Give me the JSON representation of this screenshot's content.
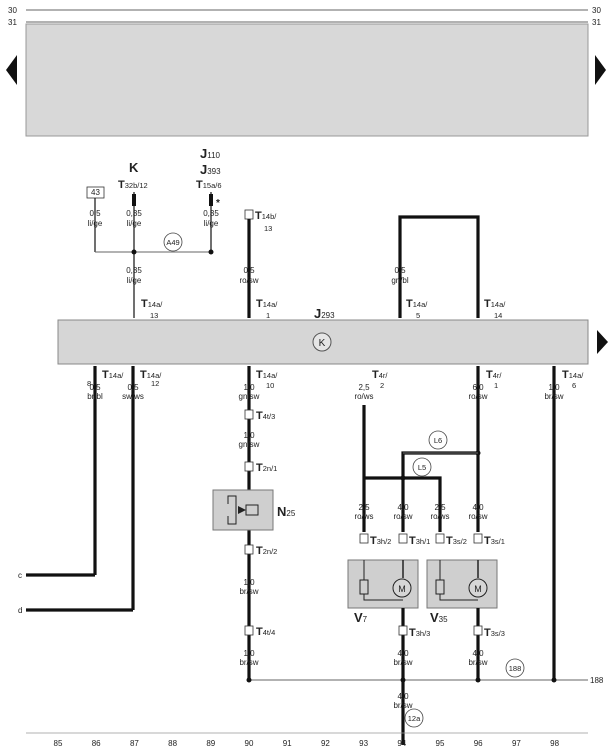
{
  "rails": {
    "top": "30",
    "bottom": "31",
    "top_right": "30",
    "bottom_right": "31"
  },
  "track_numbers": [
    "85",
    "86",
    "87",
    "88",
    "89",
    "90",
    "91",
    "92",
    "93",
    "94",
    "95",
    "96",
    "97",
    "98"
  ],
  "components": {
    "k": "K",
    "j_top": "J",
    "j_top_sub1": "110",
    "j_sub2_prefix": "J",
    "j_top_sub2": "393",
    "j293": "J",
    "j293_sub": "293",
    "n25": "N",
    "n25_sub": "25",
    "v7": "V",
    "v7_sub": "7",
    "v35": "V",
    "v35_sub": "35",
    "star": "*"
  },
  "box43": "43",
  "circles": {
    "a49": "A49",
    "l6": "L6",
    "l5": "L5",
    "c188": "188",
    "c12a": "12a",
    "k_symbol": "K",
    "m_v7": "M",
    "m_v35": "M"
  },
  "edge_labels": {
    "c": "c",
    "d": "d",
    "right_188": "188"
  },
  "connectors": {
    "t32b": {
      "main": "T",
      "sub": "32b/12"
    },
    "t15a": {
      "main": "T",
      "sub": "15a/6"
    },
    "t14b": {
      "main": "T",
      "sub": "14b/",
      "sub2": "13"
    },
    "t14a_13": {
      "main": "T",
      "sub": "14a/",
      "sub2": "13"
    },
    "t14a_1": {
      "main": "T",
      "sub": "14a/",
      "sub2": "1"
    },
    "t14a_5": {
      "main": "T",
      "sub": "14a/",
      "sub2": "5"
    },
    "t14a_14": {
      "main": "T",
      "sub": "14a/",
      "sub2": "14"
    },
    "t14a_8": {
      "main": "T",
      "sub": "14a/",
      "sub2": "8"
    },
    "t14a_12": {
      "main": "T",
      "sub": "14a/",
      "sub2": "12"
    },
    "t14a_10": {
      "main": "T",
      "sub": "14a/",
      "sub2": "10"
    },
    "t4r_2": {
      "main": "T",
      "sub": "4r/",
      "sub2": "2"
    },
    "t4r_1": {
      "main": "T",
      "sub": "4r/",
      "sub2": "1"
    },
    "t14a_6": {
      "main": "T",
      "sub": "14a/",
      "sub2": "6"
    },
    "t4t_3": {
      "main": "T",
      "sub": "4t/3"
    },
    "t2n_1": {
      "main": "T",
      "sub": "2n/1"
    },
    "t2n_2": {
      "main": "T",
      "sub": "2n/2"
    },
    "t4t_4": {
      "main": "T",
      "sub": "4t/4"
    },
    "t3h_2": {
      "main": "T",
      "sub": "3h/2"
    },
    "t3h_1": {
      "main": "T",
      "sub": "3h/1"
    },
    "t3s_2": {
      "main": "T",
      "sub": "3s/2"
    },
    "t3s_1": {
      "main": "T",
      "sub": "3s/1"
    },
    "t3h_3": {
      "main": "T",
      "sub": "3h/3"
    },
    "t3s_3": {
      "main": "T",
      "sub": "3s/3"
    }
  },
  "wires": {
    "w1": {
      "size": "0,5",
      "color": "li/ge"
    },
    "w2": {
      "size": "0,35",
      "color": "li/ge"
    },
    "w3": {
      "size": "0,35",
      "color": "li/ge"
    },
    "w4": {
      "size": "0,35",
      "color": "li/ge"
    },
    "w5": {
      "size": "0,5",
      "color": "ro/sw"
    },
    "w6": {
      "size": "0,5",
      "color": "gn/bl"
    },
    "w7": {
      "size": "0,5",
      "color": "br/bl"
    },
    "w8": {
      "size": "0,5",
      "color": "sw/ws"
    },
    "w9": {
      "size": "1,0",
      "color": "gn/sw"
    },
    "w10": {
      "size": "2,5",
      "color": "ro/ws"
    },
    "w11": {
      "size": "6,0",
      "color": "ro/sw"
    },
    "w12": {
      "size": "1,0",
      "color": "br/sw"
    },
    "w13": {
      "size": "1,0",
      "color": "gn/sw"
    },
    "w14": {
      "size": "2,5",
      "color": "ro/ws"
    },
    "w15": {
      "size": "4,0",
      "color": "ro/sw"
    },
    "w16": {
      "size": "2,5",
      "color": "ro/ws"
    },
    "w17": {
      "size": "4,0",
      "color": "ro/sw"
    },
    "w18": {
      "size": "1,0",
      "color": "br/sw"
    },
    "w19": {
      "size": "1,0",
      "color": "br/sw"
    },
    "w20": {
      "size": "4,0",
      "color": "br/sw"
    },
    "w21": {
      "size": "4,0",
      "color": "br/sw"
    },
    "w22": {
      "size": "4,0",
      "color": "br/sw"
    }
  }
}
